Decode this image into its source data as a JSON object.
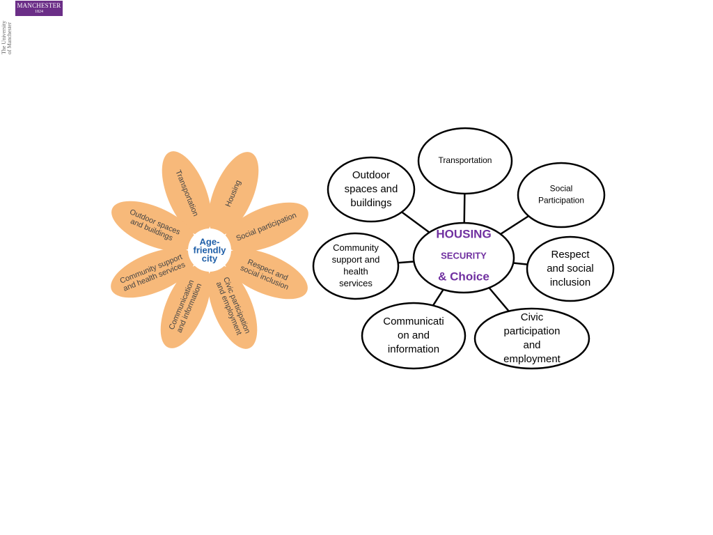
{
  "logo": {
    "name": "MANCHESTER",
    "year": "1824",
    "side_line1": "The University",
    "side_line2": "of Manchester"
  },
  "flower": {
    "center_lines": [
      "Age-",
      "friendly",
      "city"
    ],
    "petals": [
      {
        "lines": [
          "Transportation"
        ]
      },
      {
        "lines": [
          "Housing"
        ]
      },
      {
        "lines": [
          "Social participation"
        ]
      },
      {
        "lines": [
          "Respect and",
          "social inclusion"
        ]
      },
      {
        "lines": [
          "Civic participation",
          "and employment"
        ]
      },
      {
        "lines": [
          "Communication",
          "and information"
        ]
      },
      {
        "lines": [
          "Community support",
          "and health services"
        ]
      },
      {
        "lines": [
          "Outdoor spaces",
          "and buildings"
        ]
      }
    ],
    "colors": {
      "petal": "#f7b97a",
      "center": "#ffffff",
      "center_text": "#1f5fa8",
      "petal_text": "#444444"
    }
  },
  "hub": {
    "center_lines": [
      "HOUSING",
      "SECURITY",
      "& Choice"
    ],
    "center_color": "#7030a0",
    "nodes": [
      {
        "lines": [
          "Transportation"
        ]
      },
      {
        "lines": [
          "Social",
          "Participation"
        ]
      },
      {
        "lines": [
          "Respect",
          "and social",
          "inclusion"
        ]
      },
      {
        "lines": [
          "Civic",
          "participation",
          "and",
          "employment"
        ]
      },
      {
        "lines": [
          "Communicati",
          "on and",
          "information"
        ]
      },
      {
        "lines": [
          "Community",
          "support and",
          "health",
          "services"
        ]
      },
      {
        "lines": [
          "Outdoor",
          "spaces and",
          "buildings"
        ]
      }
    ]
  }
}
